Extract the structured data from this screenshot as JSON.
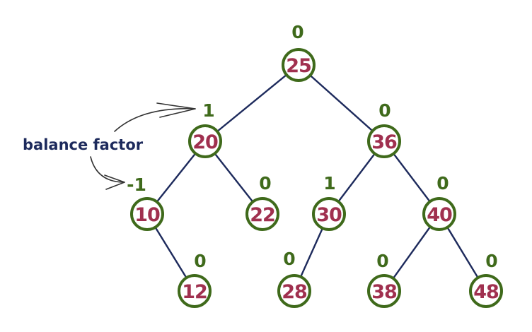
{
  "annotation": {
    "label": "balance factor"
  },
  "tree": {
    "nodes": [
      {
        "id": "n25",
        "key": "25",
        "balance": "0"
      },
      {
        "id": "n20",
        "key": "20",
        "balance": "1"
      },
      {
        "id": "n36",
        "key": "36",
        "balance": "0"
      },
      {
        "id": "n10",
        "key": "10",
        "balance": "-1"
      },
      {
        "id": "n22",
        "key": "22",
        "balance": "0"
      },
      {
        "id": "n30",
        "key": "30",
        "balance": "1"
      },
      {
        "id": "n40",
        "key": "40",
        "balance": "0"
      },
      {
        "id": "n12",
        "key": "12",
        "balance": "0"
      },
      {
        "id": "n28",
        "key": "28",
        "balance": "0"
      },
      {
        "id": "n38",
        "key": "38",
        "balance": "0"
      },
      {
        "id": "n48",
        "key": "48",
        "balance": "0"
      }
    ],
    "edges": [
      {
        "from": "n25",
        "to": "n20"
      },
      {
        "from": "n25",
        "to": "n36"
      },
      {
        "from": "n20",
        "to": "n10"
      },
      {
        "from": "n20",
        "to": "n22"
      },
      {
        "from": "n36",
        "to": "n30"
      },
      {
        "from": "n36",
        "to": "n40"
      },
      {
        "from": "n10",
        "to": "n12"
      },
      {
        "from": "n30",
        "to": "n28"
      },
      {
        "from": "n40",
        "to": "n38"
      },
      {
        "from": "n40",
        "to": "n48"
      }
    ]
  },
  "colors": {
    "node_outline": "#3f6a1b",
    "node_key": "#a0304f",
    "balance_label": "#3f6a1b",
    "edge": "#1d2a5c",
    "annotation": "#1d2a5c"
  }
}
